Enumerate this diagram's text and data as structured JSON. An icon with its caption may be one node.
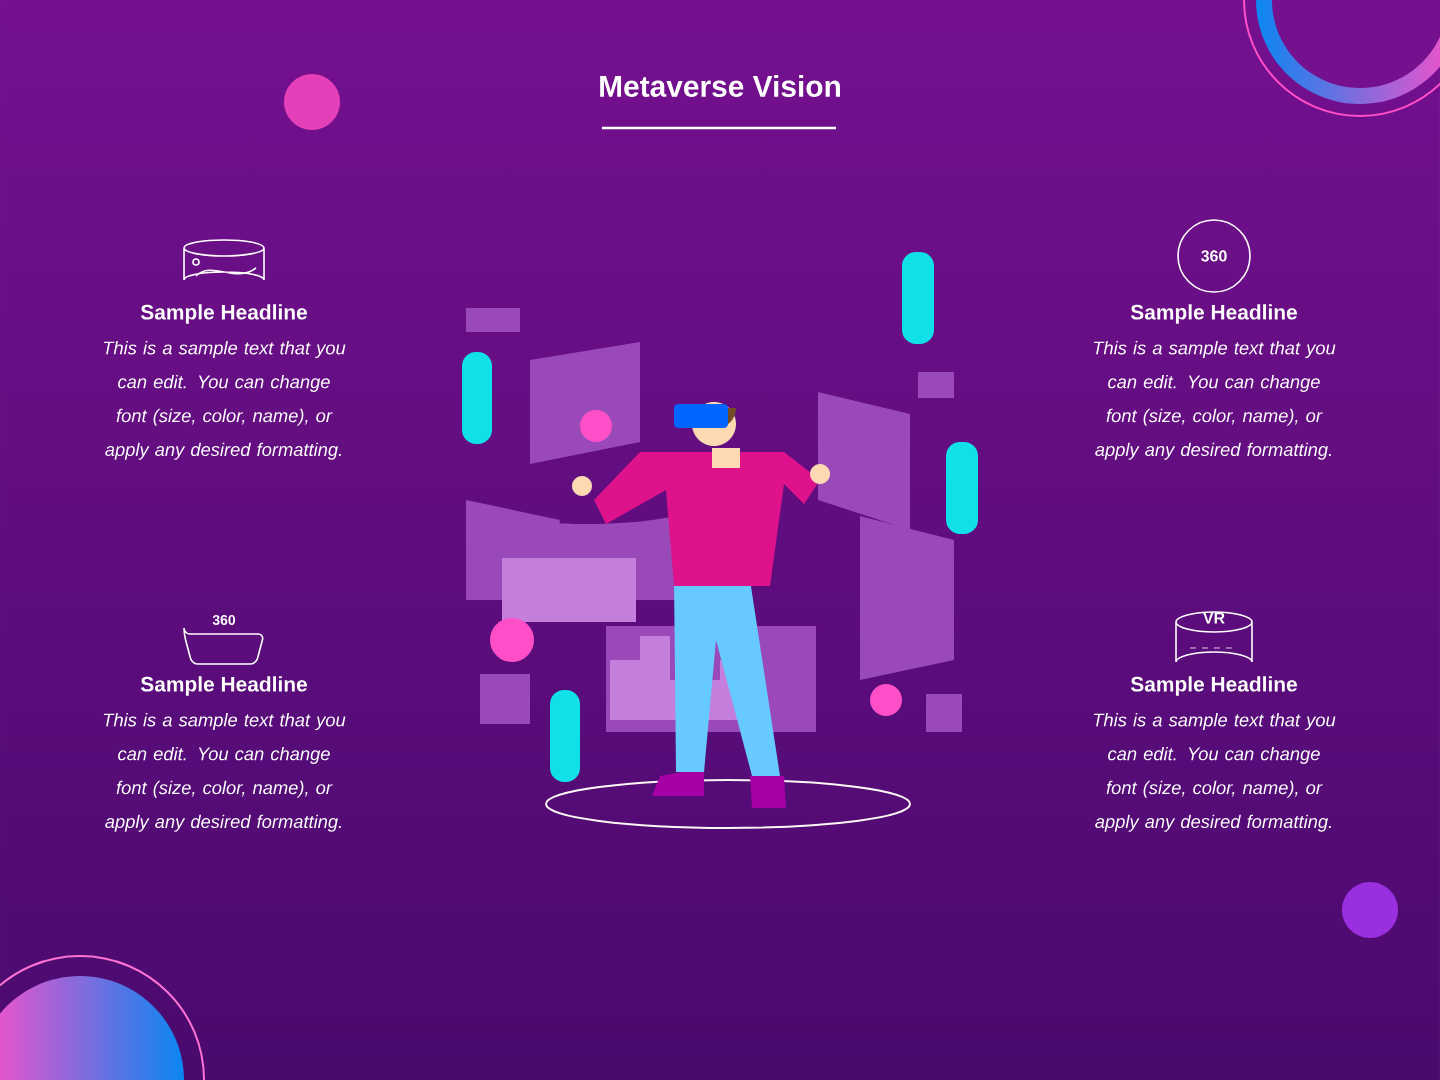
{
  "diagram": {
    "title": "Metaverse Vision",
    "labels": [
      "Sample Headline",
      "This is a sample text that you can edit. You can change font (size, color, name), or apply any desired formatting.",
      "360",
      "Sample Headline",
      "This is a sample text that you can edit. You can change font (size, color, name), or apply any desired formatting.",
      "360",
      "Sample Headline",
      "This is a sample text that you can edit. You can change font (size, color, name), or apply any desired formatting.",
      "VR",
      "Sample Headline",
      "This is a sample text that you can edit. You can change font (size, color, name), or apply any desired formatting."
    ]
  }
}
